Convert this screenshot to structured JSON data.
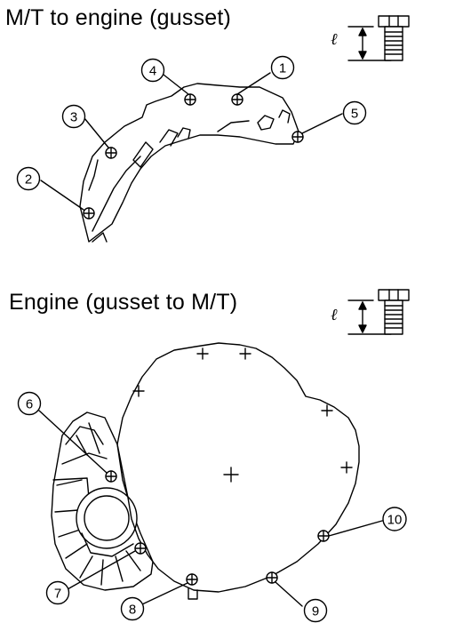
{
  "sections": [
    {
      "title": "M/T to engine (gusset)",
      "bolt_length_symbol": "ℓ",
      "callouts": [
        "1",
        "2",
        "3",
        "4",
        "5"
      ]
    },
    {
      "title": "Engine (gusset to M/T)",
      "bolt_length_symbol": "ℓ",
      "callouts": [
        "6",
        "7",
        "8",
        "9",
        "10"
      ]
    }
  ],
  "colors": {
    "line": "#000000",
    "background": "#ffffff"
  }
}
